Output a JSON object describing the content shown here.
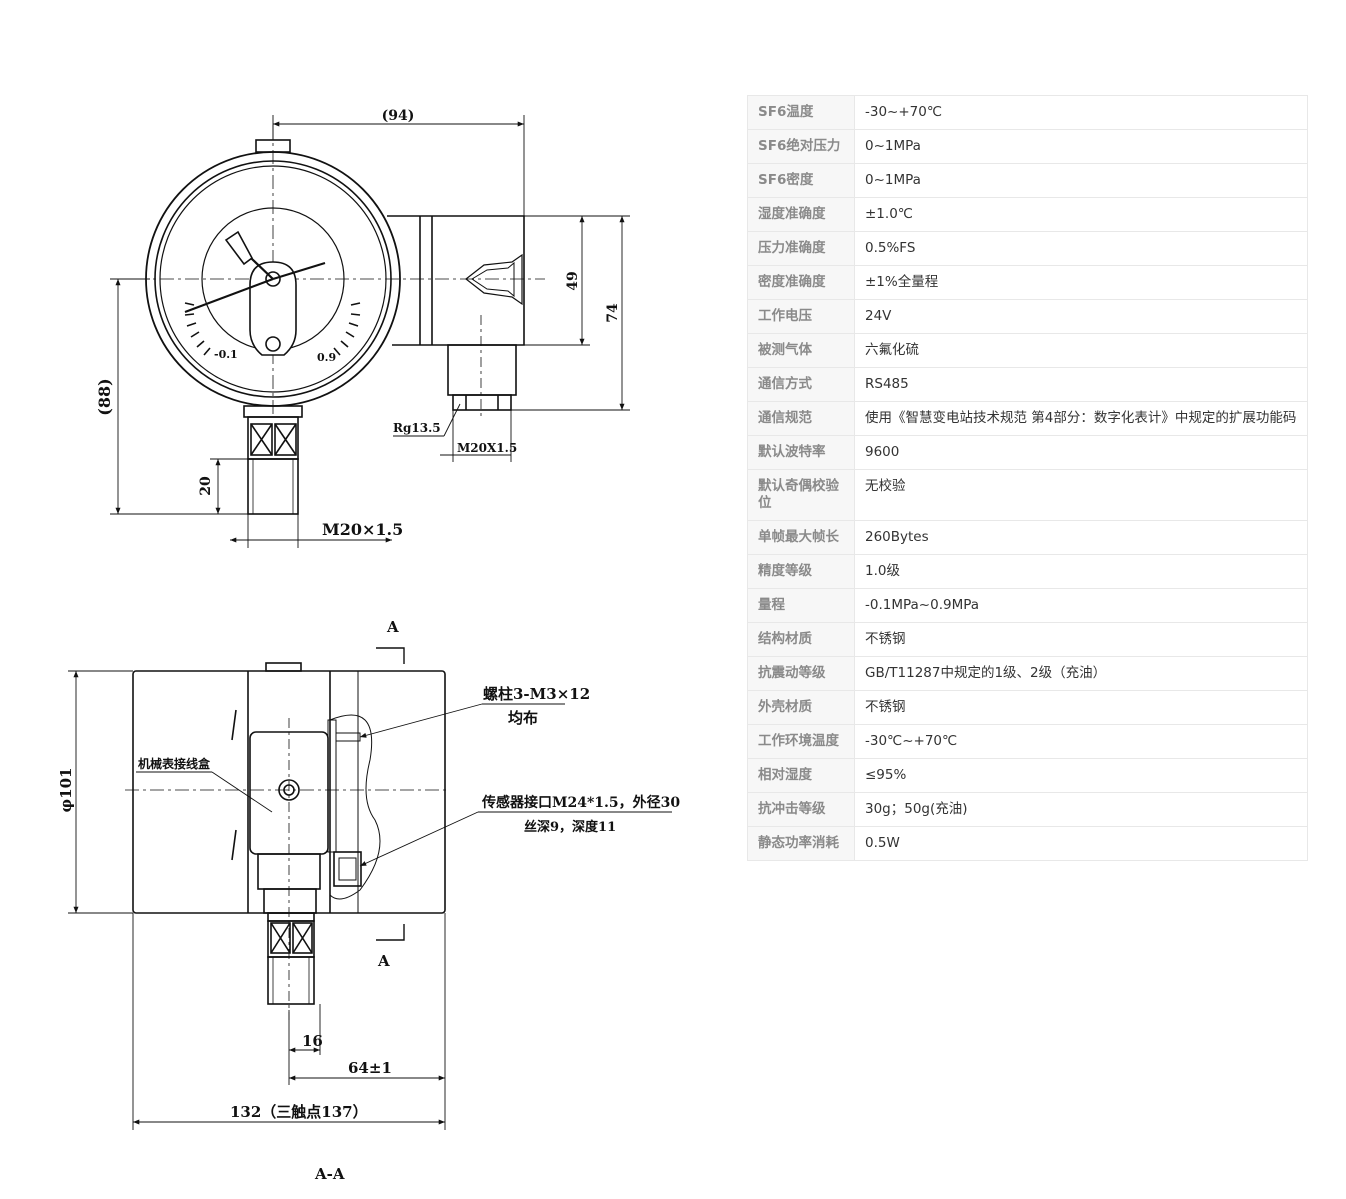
{
  "drawing": {
    "top_view": {
      "dim_width": "(94)",
      "dim_height": "(88)",
      "dim_49": "49",
      "dim_74": "74",
      "dim_20": "20",
      "label_rg": "Rg13.5",
      "label_m20x15_small": "M20X1.5",
      "label_m20x15": "M20×1.5",
      "scale_min": "-0.1",
      "scale_max": "0.9"
    },
    "side_view": {
      "section_a_top": "A",
      "section_a_bottom": "A",
      "dim_phi101": "φ101",
      "label_stud_line1": "螺柱3-M3×12",
      "label_stud_line2": "均布",
      "label_box": "机械表接线盒",
      "label_sensor_line1": "传感器接口M24*1.5，外径30",
      "label_sensor_line2": "丝深9，深度11",
      "dim_16": "16",
      "dim_64": "64±1",
      "dim_132": "132（三触点137）",
      "bottom_mark": "A-A"
    }
  },
  "specs": [
    {
      "key": "SF6温度",
      "value": "-30~+70℃"
    },
    {
      "key": "SF6绝对压力",
      "value": "0~1MPa"
    },
    {
      "key": "SF6密度",
      "value": "0~1MPa"
    },
    {
      "key": "湿度准确度",
      "value": "±1.0℃"
    },
    {
      "key": "压力准确度",
      "value": "0.5%FS"
    },
    {
      "key": "密度准确度",
      "value": "±1%全量程"
    },
    {
      "key": "工作电压",
      "value": "24V"
    },
    {
      "key": "被测气体",
      "value": "六氟化硫"
    },
    {
      "key": "通信方式",
      "value": "RS485"
    },
    {
      "key": "通信规范",
      "value": "使用《智慧变电站技术规范 第4部分：数字化表计》中规定的扩展功能码"
    },
    {
      "key": "默认波特率",
      "value": "9600"
    },
    {
      "key": "默认奇偶校验位",
      "value": "无校验"
    },
    {
      "key": "单帧最大帧长",
      "value": "260Bytes"
    },
    {
      "key": "精度等级",
      "value": "1.0级"
    },
    {
      "key": "量程",
      "value": "-0.1MPa~0.9MPa"
    },
    {
      "key": "结构材质",
      "value": "不锈钢"
    },
    {
      "key": "抗震动等级",
      "value": "GB/T11287中规定的1级、2级（充油）"
    },
    {
      "key": "外壳材质",
      "value": "不锈钢"
    },
    {
      "key": "工作环境温度",
      "value": "-30℃~+70℃"
    },
    {
      "key": "相对湿度",
      "value": "≤95%"
    },
    {
      "key": "抗冲击等级",
      "value": "30g；50g(充油)"
    },
    {
      "key": "静态功率消耗",
      "value": "0.5W"
    }
  ]
}
